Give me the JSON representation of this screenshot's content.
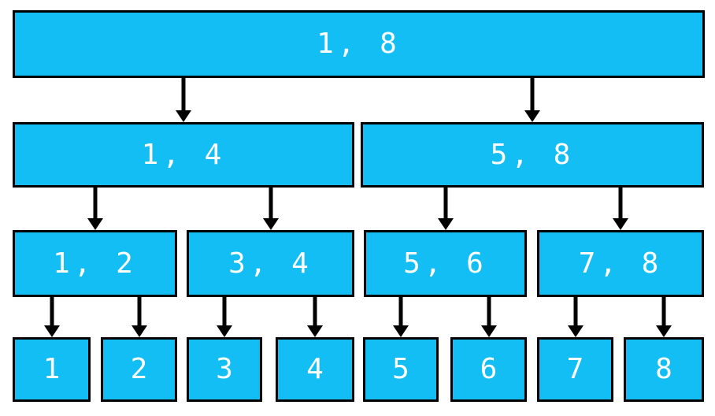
{
  "diagram": {
    "title": "divide-and-conquer split tree of range 1..8",
    "type": "tree"
  },
  "colors": {
    "node_fill": "#12BEF3",
    "node_border": "#000000",
    "node_text": "#ffffff",
    "arrow": "#000000",
    "bg": "#ffffff"
  },
  "tree": {
    "levels": [
      {
        "nodes": [
          {
            "label": "1, 8"
          }
        ]
      },
      {
        "nodes": [
          {
            "label": "1, 4"
          },
          {
            "label": "5, 8"
          }
        ]
      },
      {
        "nodes": [
          {
            "label": "1, 2"
          },
          {
            "label": "3, 4"
          },
          {
            "label": "5, 6"
          },
          {
            "label": "7, 8"
          }
        ]
      },
      {
        "nodes": [
          {
            "label": "1"
          },
          {
            "label": "2"
          },
          {
            "label": "3"
          },
          {
            "label": "4"
          },
          {
            "label": "5"
          },
          {
            "label": "6"
          },
          {
            "label": "7"
          },
          {
            "label": "8"
          }
        ]
      }
    ]
  }
}
